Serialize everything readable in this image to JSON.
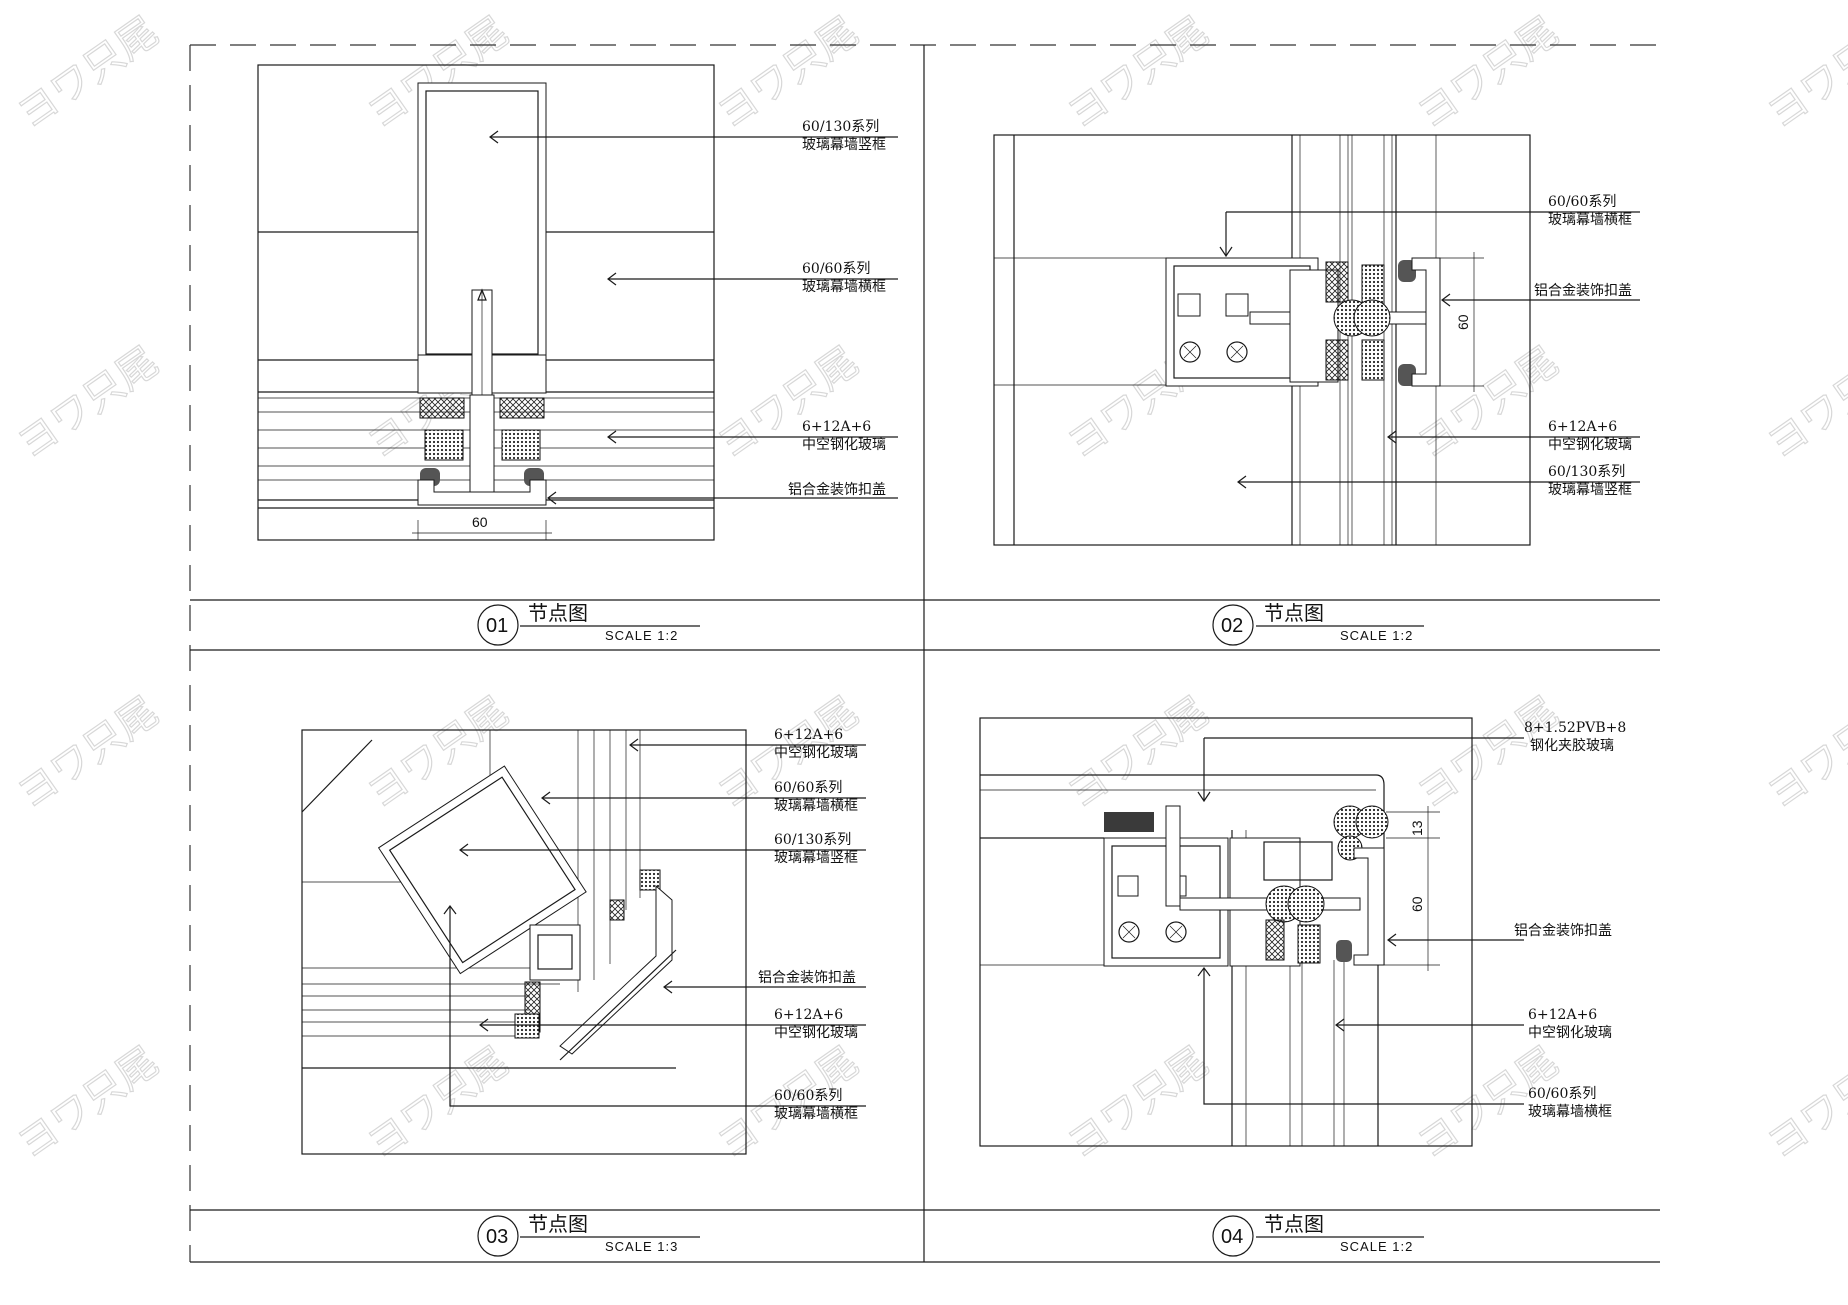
{
  "details": [
    {
      "number": "01",
      "title": "节点图",
      "scale": "SCALE   1:2",
      "labels": [
        [
          "60/130系列",
          "玻璃幕墙竖框"
        ],
        [
          "60/60系列",
          "玻璃幕墙横框"
        ],
        [
          "6+12A+6",
          "中空钢化玻璃"
        ],
        [
          "铝合金装饰扣盖"
        ]
      ],
      "dims": [
        "60"
      ]
    },
    {
      "number": "02",
      "title": "节点图",
      "scale": "SCALE   1:2",
      "labels": [
        [
          "60/60系列",
          "玻璃幕墙横框"
        ],
        [
          "铝合金装饰扣盖"
        ],
        [
          "6+12A+6",
          "中空钢化玻璃"
        ],
        [
          "60/130系列",
          "玻璃幕墙竖框"
        ]
      ],
      "dims": [
        "60"
      ]
    },
    {
      "number": "03",
      "title": "节点图",
      "scale": "SCALE   1:3",
      "labels": [
        [
          "6+12A+6",
          "中空钢化玻璃"
        ],
        [
          "60/60系列",
          "玻璃幕墙横框"
        ],
        [
          "60/130系列",
          "玻璃幕墙竖框"
        ],
        [
          "铝合金装饰扣盖"
        ],
        [
          "6+12A+6",
          "中空钢化玻璃"
        ],
        [
          "60/60系列",
          "玻璃幕墙横框"
        ]
      ],
      "dims": []
    },
    {
      "number": "04",
      "title": "节点图",
      "scale": "SCALE   1:2",
      "labels": [
        [
          "8+1.52PVB+8",
          "钢化夹胶玻璃"
        ],
        [
          "铝合金装饰扣盖"
        ],
        [
          "6+12A+6",
          "中空钢化玻璃"
        ],
        [
          "60/60系列",
          "玻璃幕墙横框"
        ]
      ],
      "dims": [
        "13",
        "60"
      ]
    }
  ]
}
